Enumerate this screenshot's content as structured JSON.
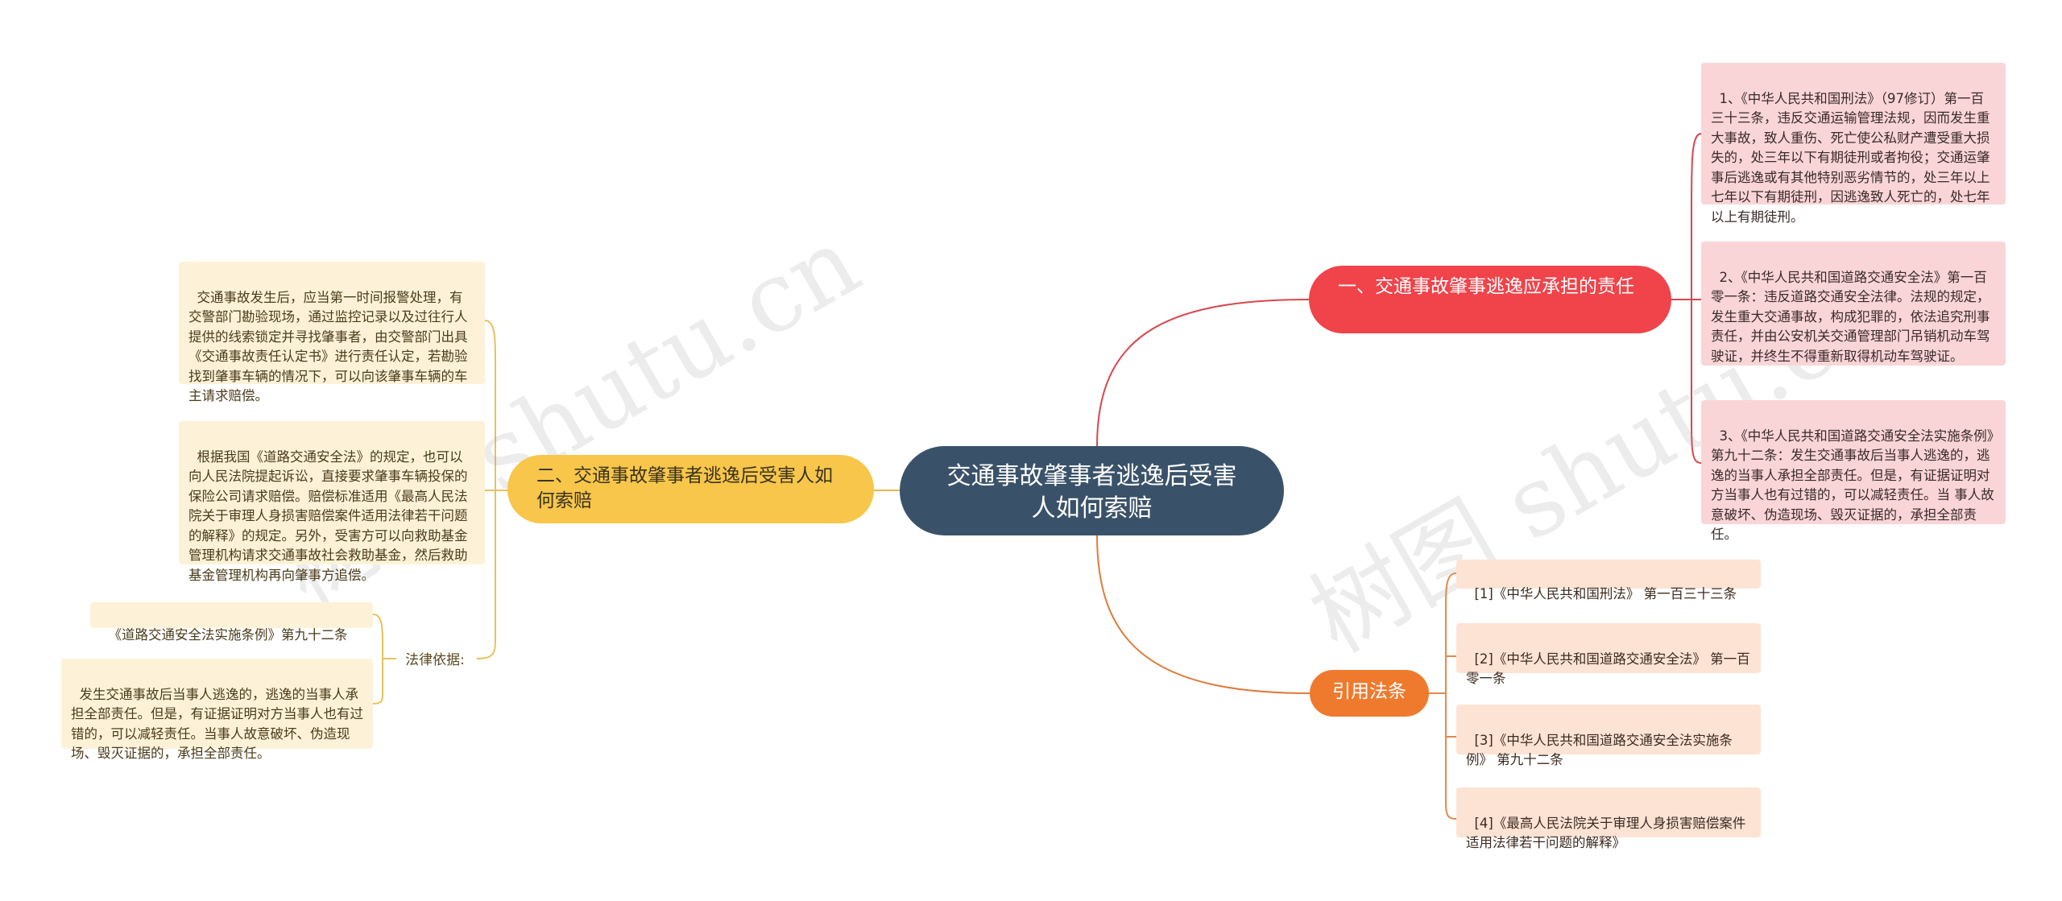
{
  "root": {
    "title": "交通事故肇事者逃逸后受害人如何索赔"
  },
  "branches": {
    "liability": {
      "title": "一、交通事故肇事逃逸应承担的责任",
      "items": [
        "1、《中华人民共和国刑法》（97修订）第一百三十三条，违反交通运输管理法规，因而发生重大事故，致人重伤、死亡使公私财产遭受重大损失的，处三年以下有期徒刑或者拘役；交通运肇事后逃逸或有其他特别恶劣情节的，处三年以上七年以下有期徒刑，因逃逸致人死亡的，处七年以上有期徒刑。",
        "2、《中华人民共和国道路交通安全法》第一百零一条：违反道路交通安全法律。法规的规定，发生重大交通事故，构成犯罪的，依法追究刑事责任，并由公安机关交通管理部门吊销机动车驾驶证，并终生不得重新取得机动车驾驶证。",
        "3、《中华人民共和国道路交通安全法实施条例》第九十二条：发生交通事故后当事人逃逸的，逃逸的当事人承担全部责任。但是，有证据证明对方当事人也有过错的，可以减轻责任。当 事人故意破坏、伪造现场、毁灭证据的，承担全部责任。"
      ]
    },
    "claim": {
      "title": "二、交通事故肇事者逃逸后受害人如何索赔",
      "items": [
        "交通事故发生后，应当第一时间报警处理，有交警部门勘验现场，通过监控记录以及过往行人提供的线索锁定并寻找肇事者，由交警部门出具《交通事故责任认定书》进行责任认定，若勘验找到肇事车辆的情况下，可以向该肇事车辆的车主请求赔偿。",
        "根据我国《道路交通安全法》的规定，也可以向人民法院提起诉讼，直接要求肇事车辆投保的保险公司请求赔偿。赔偿标准适用《最高人民法院关于审理人身损害赔偿案件适用法律若干问题的解释》的规定。另外，受害方可以向救助基金管理机构请求交通事故社会救助基金，然后救助基金管理机构再向肇事方追偿。"
      ],
      "legal_basis": {
        "label": "法律依据:",
        "items": [
          "《道路交通安全法实施条例》第九十二条",
          "发生交通事故后当事人逃逸的，逃逸的当事人承担全部责任。但是，有证据证明对方当事人也有过错的，可以减轻责任。当事人故意破坏、伪造现场、毁灭证据的，承担全部责任。"
        ]
      }
    },
    "citations": {
      "title": "引用法条",
      "items": [
        "[1]《中华人民共和国刑法》 第一百三十三条",
        "[2]《中华人民共和国道路交通安全法》 第一百零一条",
        "[3]《中华人民共和国道路交通安全法实施条例》 第九十二条",
        "[4]《最高人民法院关于审理人身损害赔偿案件适用法律若干问题的解释》"
      ]
    }
  },
  "watermarks": [
    "树图 shutu.cn",
    "树图 shutu.cn"
  ],
  "colors": {
    "root": "#3a5269",
    "liability": "#f0434a",
    "claim": "#f7c64a",
    "citations": "#ef7a2e",
    "leaf_pink": "#fad5d7",
    "leaf_yellow": "#fdf2d8",
    "leaf_peach": "#fde3d4"
  }
}
